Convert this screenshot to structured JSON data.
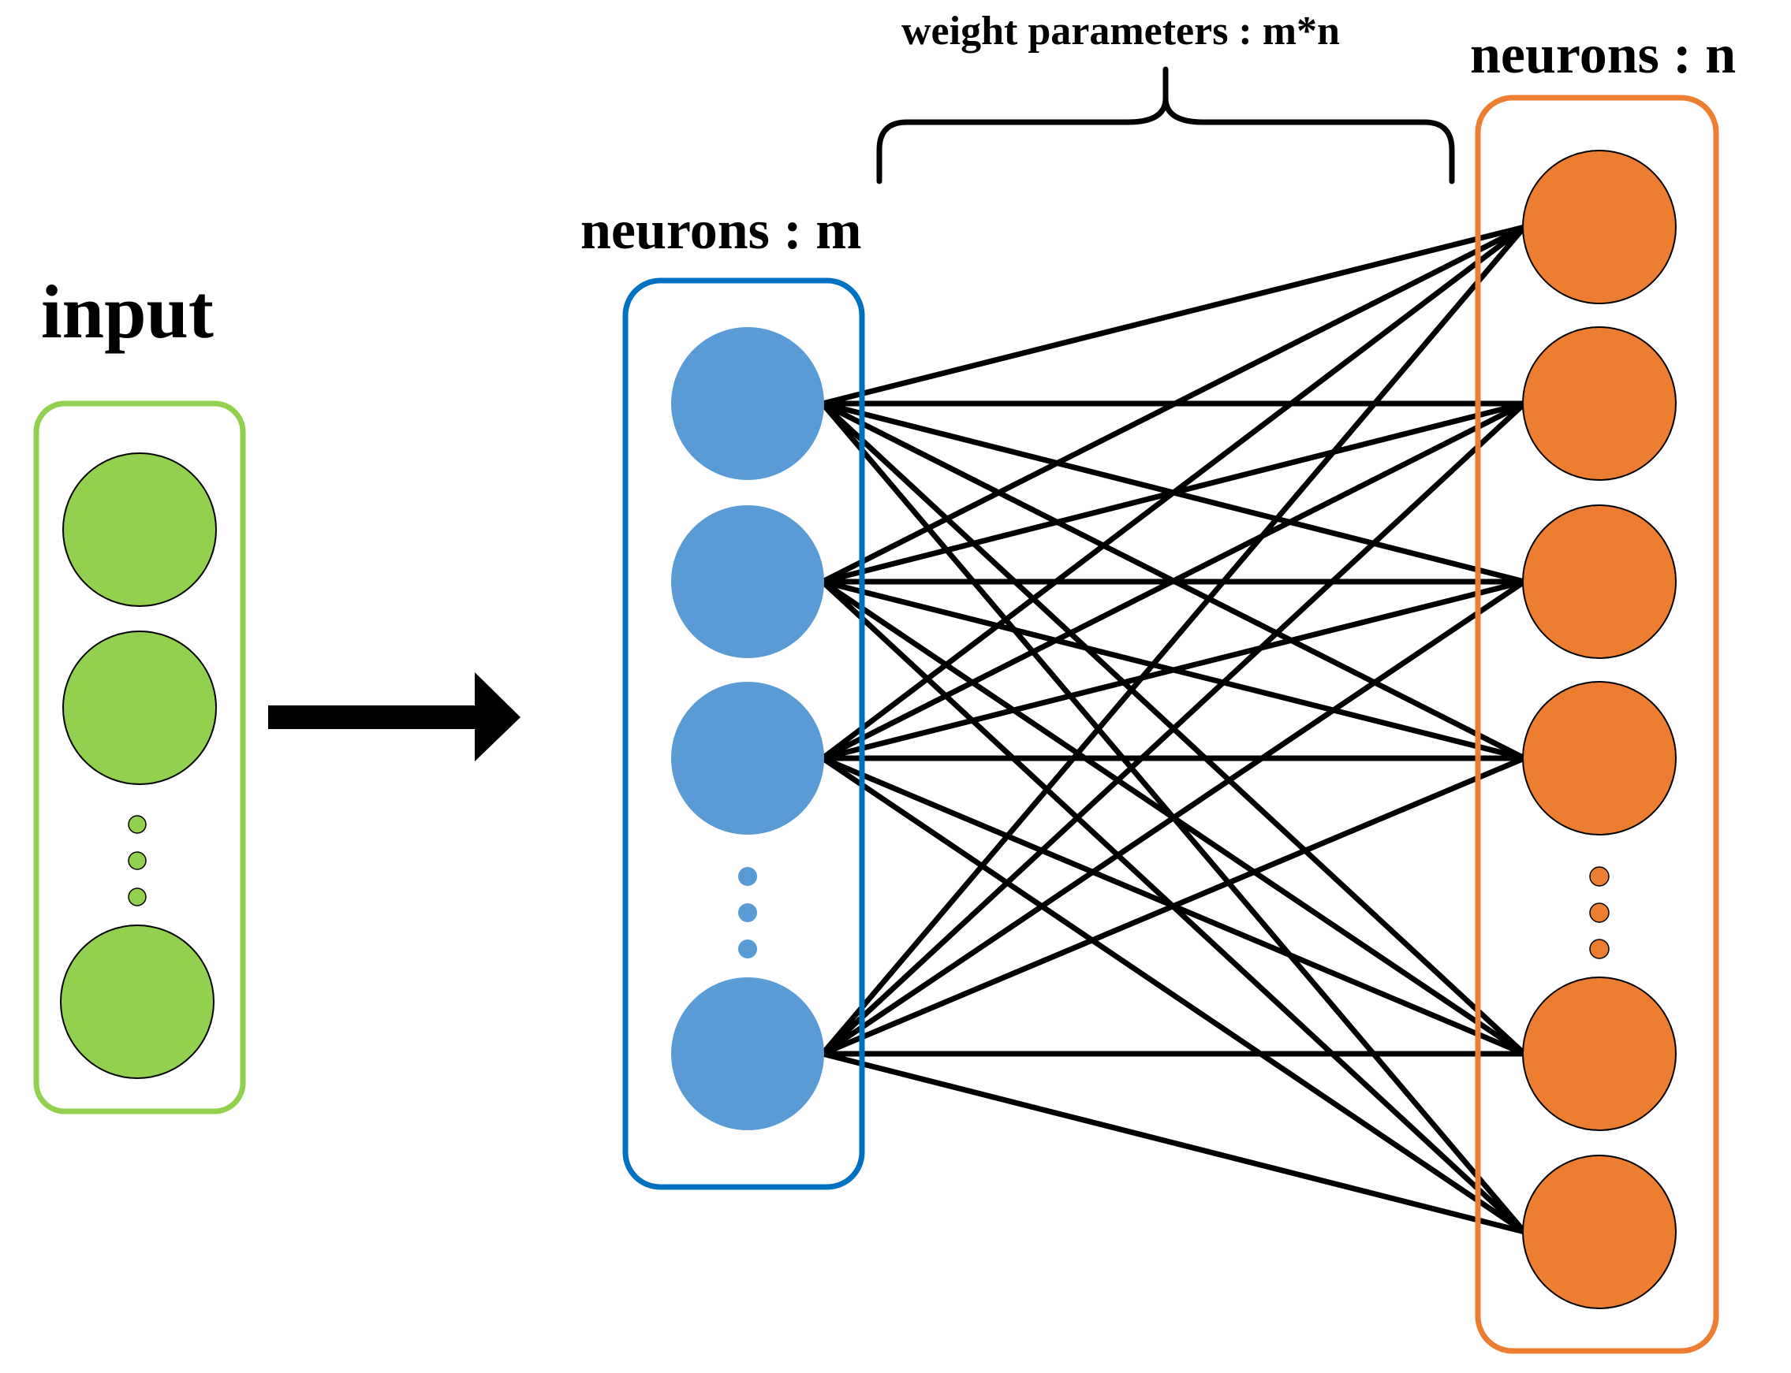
{
  "labels": {
    "input": "input",
    "hidden_layer": "neurons : m",
    "output_layer": "neurons : n",
    "weights": "weight parameters : m*n"
  },
  "colors": {
    "input_node": "#92d050",
    "input_border": "#92d050",
    "hidden_node": "#5b9bd5",
    "hidden_border": "#0070c0",
    "output_node": "#ed7d31",
    "output_border": "#ed7d31",
    "edge": "#000000",
    "arrow": "#000000"
  },
  "layers": {
    "input": {
      "visible_nodes": 3,
      "ellipsis": true
    },
    "hidden": {
      "visible_nodes": 4,
      "ellipsis": true
    },
    "output": {
      "visible_nodes": 6,
      "ellipsis": true
    }
  },
  "connections": "fully-connected hidden to output",
  "icons": {
    "arrow": "right-arrow-icon",
    "brace": "curly-brace-icon"
  }
}
